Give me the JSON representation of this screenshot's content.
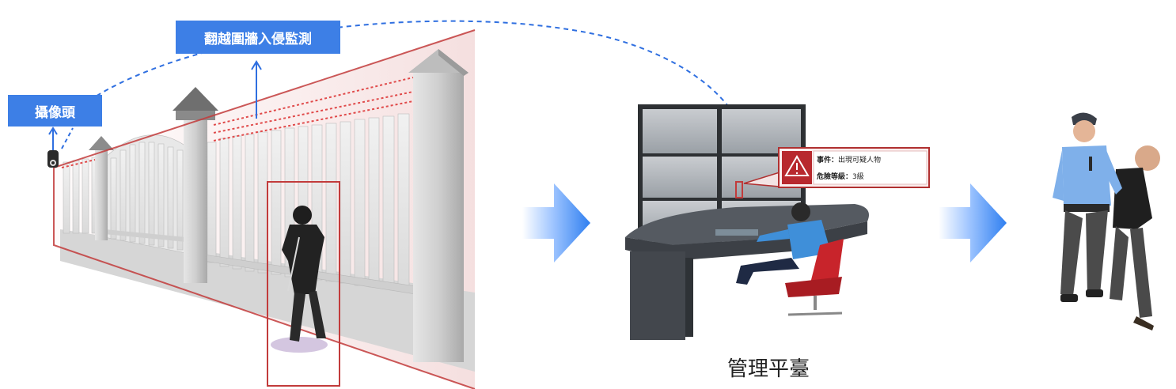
{
  "labels": {
    "camera": "攝像頭",
    "intrusion_detection": "翻越圍牆入侵監測",
    "management_platform": "管理平臺"
  },
  "alert": {
    "event_label": "事件：",
    "event_value": "出現可疑人物",
    "danger_label": "危險等級：",
    "danger_value": "3級"
  },
  "colors": {
    "tag_blue": "#3d7fe6",
    "flow_arrow": "#2f7ff0",
    "detection_red": "#c23b3b",
    "dashed_link": "#2f6fe0"
  },
  "icons": [
    "camera-icon",
    "warning-icon",
    "flow-arrow-icon"
  ]
}
